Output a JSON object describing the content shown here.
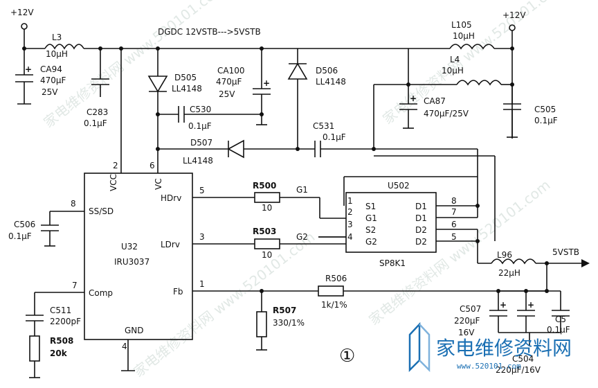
{
  "title": "DGDC 12VSTB--->5VSTB",
  "figure_number": "①",
  "watermark": "家电维修资料网 www.520101.com",
  "logo": {
    "text": "家电维修资料网",
    "sub": "www.520101.com"
  },
  "rails": {
    "in_left": "+12V",
    "in_right": "+12V",
    "out": "5VSTB"
  },
  "ic_main": {
    "ref": "U32",
    "part": "IRU3037",
    "pins": {
      "ss_sd": {
        "num": "8",
        "name": "SS/SD"
      },
      "vcc": {
        "num": "2",
        "name": "VCC"
      },
      "vc": {
        "num": "6",
        "name": "VC"
      },
      "hdrv": {
        "num": "5",
        "name": "HDrv"
      },
      "ldrv": {
        "num": "3",
        "name": "LDrv"
      },
      "comp": {
        "num": "7",
        "name": "Comp"
      },
      "fb": {
        "num": "1",
        "name": "Fb"
      },
      "gnd": {
        "num": "4",
        "name": "GND"
      }
    }
  },
  "ic_mosfet": {
    "ref": "U502",
    "part": "SP8K1",
    "left_pins": [
      {
        "num": "1",
        "name": "S1"
      },
      {
        "num": "2",
        "name": "G1"
      },
      {
        "num": "3",
        "name": "S2"
      },
      {
        "num": "4",
        "name": "G2"
      }
    ],
    "right_pins": [
      {
        "num": "8",
        "name": "D1"
      },
      {
        "num": "7",
        "name": "D1"
      },
      {
        "num": "6",
        "name": "D2"
      },
      {
        "num": "5",
        "name": "D2"
      }
    ]
  },
  "nets": {
    "g1": "G1",
    "g2": "G2"
  },
  "components": {
    "l3": {
      "ref": "L3",
      "value": "10μH"
    },
    "ca94": {
      "ref": "CA94",
      "value": "470μF",
      "rating": "25V"
    },
    "c283": {
      "ref": "C283",
      "value": "0.1μF"
    },
    "d505": {
      "ref": "D505",
      "value": "LL4148"
    },
    "ca100": {
      "ref": "CA100",
      "value": "470μF",
      "rating": "25V"
    },
    "d506": {
      "ref": "D506",
      "value": "LL4148"
    },
    "c530": {
      "ref": "C530",
      "value": "0.1μF"
    },
    "d507": {
      "ref": "D507",
      "value": "LL4148"
    },
    "c531": {
      "ref": "C531",
      "value": "0.1μF"
    },
    "l105": {
      "ref": "L105",
      "value": "10μH"
    },
    "l4": {
      "ref": "L4",
      "value": "10μH"
    },
    "ca87": {
      "ref": "CA87",
      "value": "470μF/25V"
    },
    "c505": {
      "ref": "C505",
      "value": "0.1μF"
    },
    "c506": {
      "ref": "C506",
      "value": "0.1μF"
    },
    "r500": {
      "ref": "R500",
      "value": "10"
    },
    "r503": {
      "ref": "R503",
      "value": "10"
    },
    "l96": {
      "ref": "L96",
      "value": "22μH"
    },
    "r506": {
      "ref": "R506",
      "value": "1k/1%"
    },
    "r507": {
      "ref": "R507",
      "value": "330/1%"
    },
    "c511": {
      "ref": "C511",
      "value": "2200pF"
    },
    "r508": {
      "ref": "R508",
      "value": "20k"
    },
    "c507": {
      "ref": "C507",
      "value": "220μF",
      "rating": "16V"
    },
    "c504": {
      "ref": "C504",
      "value": "220μF/16V"
    },
    "c5": {
      "ref": "C5",
      "value": "0.1μF"
    }
  }
}
